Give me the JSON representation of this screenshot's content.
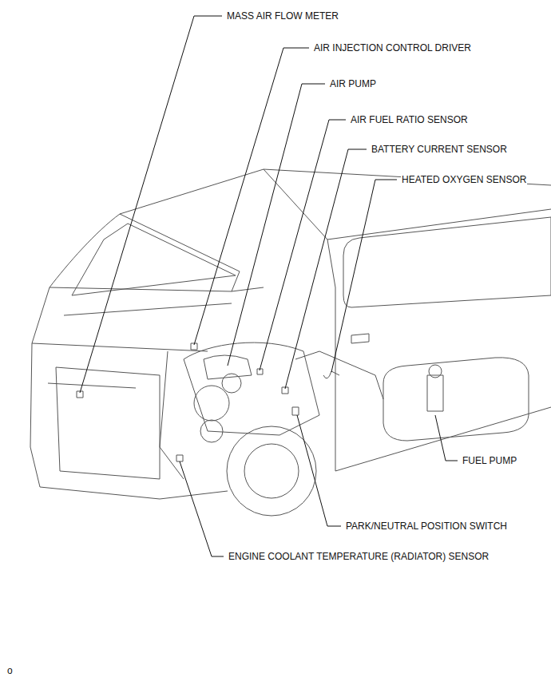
{
  "diagram": {
    "labels": [
      "MASS AIR FLOW METER",
      "AIR INJECTION CONTROL DRIVER",
      "AIR PUMP",
      "AIR FUEL RATIO SENSOR",
      "BATTERY CURRENT SENSOR",
      "HEATED OXYGEN SENSOR",
      "FUEL PUMP",
      "PARK/NEUTRAL POSITION SWITCH",
      "ENGINE COOLANT TEMPERATURE (RADIATOR) SENSOR",
      "o"
    ]
  }
}
